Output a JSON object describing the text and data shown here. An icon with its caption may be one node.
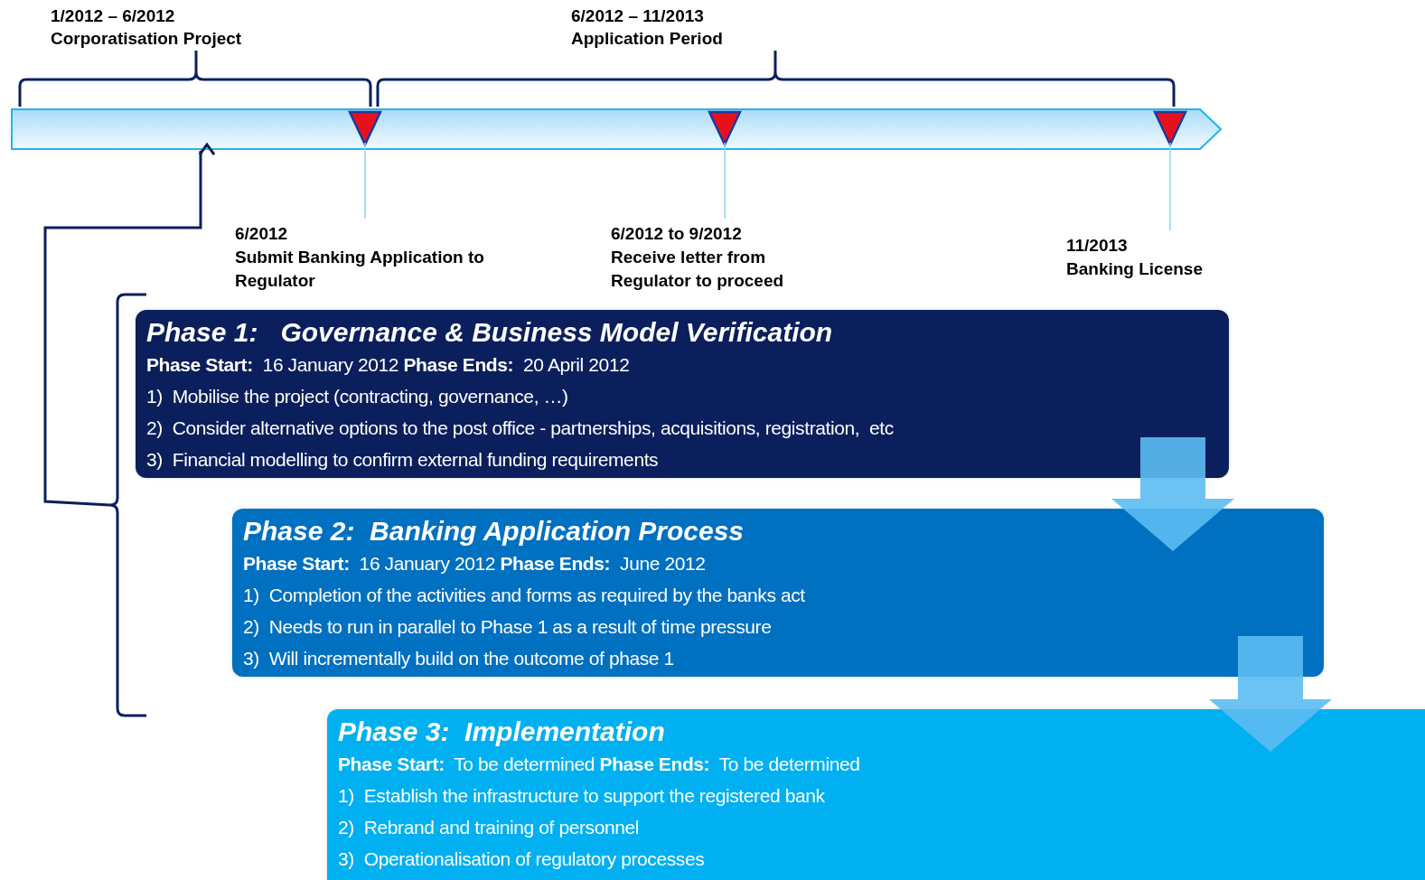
{
  "diagram": {
    "nodes": [
      {
        "text": [],
        "shape": "bar"
      },
      {
        "text": [],
        "shape": "triangle",
        "in": 0
      },
      {
        "text": [],
        "shape": "triangle",
        "in": 0
      },
      {
        "text": [],
        "shape": "triangle",
        "in": 0
      },
      {
        "text": [
          "6/2012",
          "Submit Banking Application to Regulator"
        ]
      },
      {
        "text": [
          "6/2012 to 9/2012",
          "Receive letter from Regulator to proceed"
        ]
      },
      {
        "text": [
          "11/2013",
          "Banking License"
        ]
      },
      {
        "text": [
          "Phase 1:   Governance & Business Model Verification",
          "**Phase Start:**  16 January 2012 **Phase Ends:**  20 April 2012",
          "1)  Mobilise the project (contracting, governance, …)",
          "2)  Consider alternative options to the post office - partnerships, acquisitions, registration,  etc",
          "3)  Financial modelling to confirm external funding requirements"
        ]
      },
      {
        "text": [
          "Phase 2:  Banking Application Process",
          "**Phase Start:**  16 January 2012 **Phase Ends:**  June 2012",
          "1)  Completion of the activities and forms as required by the banks act",
          "2)  Needs to run in parallel to Phase 1 as a result of time pressure",
          "3)  Will incrementally build on the outcome of phase 1"
        ]
      },
      {
        "text": [],
        "shape": "bracket"
      },
      {
        "text": [
          "Phase 3:  Implementation",
          "**Phase Start:**  To be determined **Phase Ends:**  To be determined",
          "1)  Establish the infrastructure to support the registered bank",
          "2)  Rebrand and training of personnel",
          "3)  Operationalisation of regulatory processes"
        ]
      }
    ],
    "edges": [
      {
        "from": 4,
        "to": 1,
        "arrow": "none"
      },
      {
        "from": 5,
        "to": 2,
        "arrow": "none"
      },
      {
        "from": 6,
        "to": 3,
        "arrow": "none"
      },
      {
        "from": 7,
        "to": 8,
        "arrow": "to"
      },
      {
        "from": 8,
        "to": 10,
        "arrow": "to"
      },
      {
        "from": 9,
        "to": 0,
        "arrow": "to",
        "color": "#0a1f5c"
      }
    ],
    "labels": [
      "1/2012 – 6/2012",
      "Corporatisation Project",
      "6/2012 – 11/2013",
      "Application Period"
    ]
  }
}
